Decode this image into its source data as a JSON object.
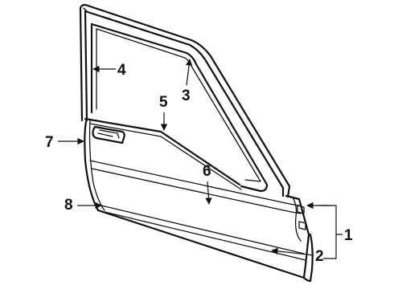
{
  "diagram": {
    "labels": [
      {
        "id": "label-1",
        "text": "1"
      },
      {
        "id": "label-2",
        "text": "2"
      },
      {
        "id": "label-3",
        "text": "3"
      },
      {
        "id": "label-4",
        "text": "4"
      },
      {
        "id": "label-5",
        "text": "5"
      },
      {
        "id": "label-6",
        "text": "6"
      },
      {
        "id": "label-7",
        "text": "7"
      },
      {
        "id": "label-8",
        "text": "8"
      }
    ],
    "colors": {
      "ink": "#111111",
      "background": "#ffffff"
    }
  }
}
